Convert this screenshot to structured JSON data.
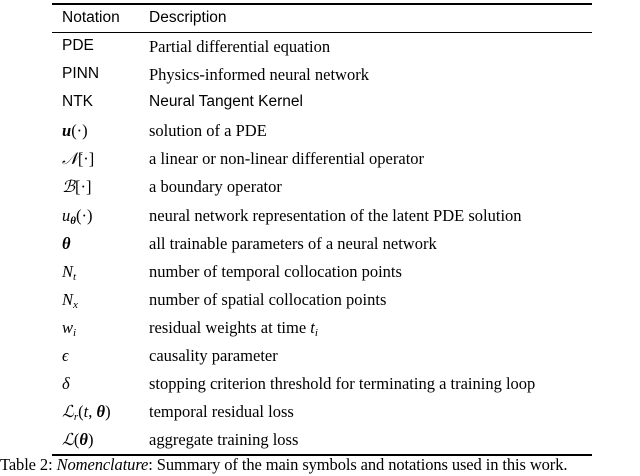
{
  "table": {
    "header": {
      "notation": "Notation",
      "description": "Description"
    },
    "rows": [
      {
        "notation": "PDE",
        "description": "Partial differential equation"
      },
      {
        "notation": "PINN",
        "description": "Physics-informed neural network"
      },
      {
        "notation": "NTK",
        "description": "Neural Tangent Kernel"
      },
      {
        "notation": "u(·)",
        "description": "solution of a PDE"
      },
      {
        "notation": "𝒩[·]",
        "description": "a linear or non-linear differential operator"
      },
      {
        "notation": "ℬ[·]",
        "description": "a boundary operator"
      },
      {
        "notation": "uθ(·)",
        "description": "neural network representation of the latent PDE solution"
      },
      {
        "notation": "θ",
        "description": "all trainable parameters of a neural network"
      },
      {
        "notation": "Nt",
        "description": "number of temporal collocation points"
      },
      {
        "notation": "Nx",
        "description": "number of spatial collocation points"
      },
      {
        "notation": "wi",
        "description": "residual weights at time ti"
      },
      {
        "notation": "ϵ",
        "description": "causality parameter"
      },
      {
        "notation": "δ",
        "description": "stopping criterion threshold for terminating a training loop"
      },
      {
        "notation": "ℒr(t, θ)",
        "description": "temporal residual loss"
      },
      {
        "notation": "ℒ(θ)",
        "description": "aggregate training loss"
      }
    ]
  },
  "caption": {
    "prefix": "Table 2: ",
    "emphasis": "Nomenclature",
    "rest": ": Summary of the main symbols and notations used in this work."
  }
}
